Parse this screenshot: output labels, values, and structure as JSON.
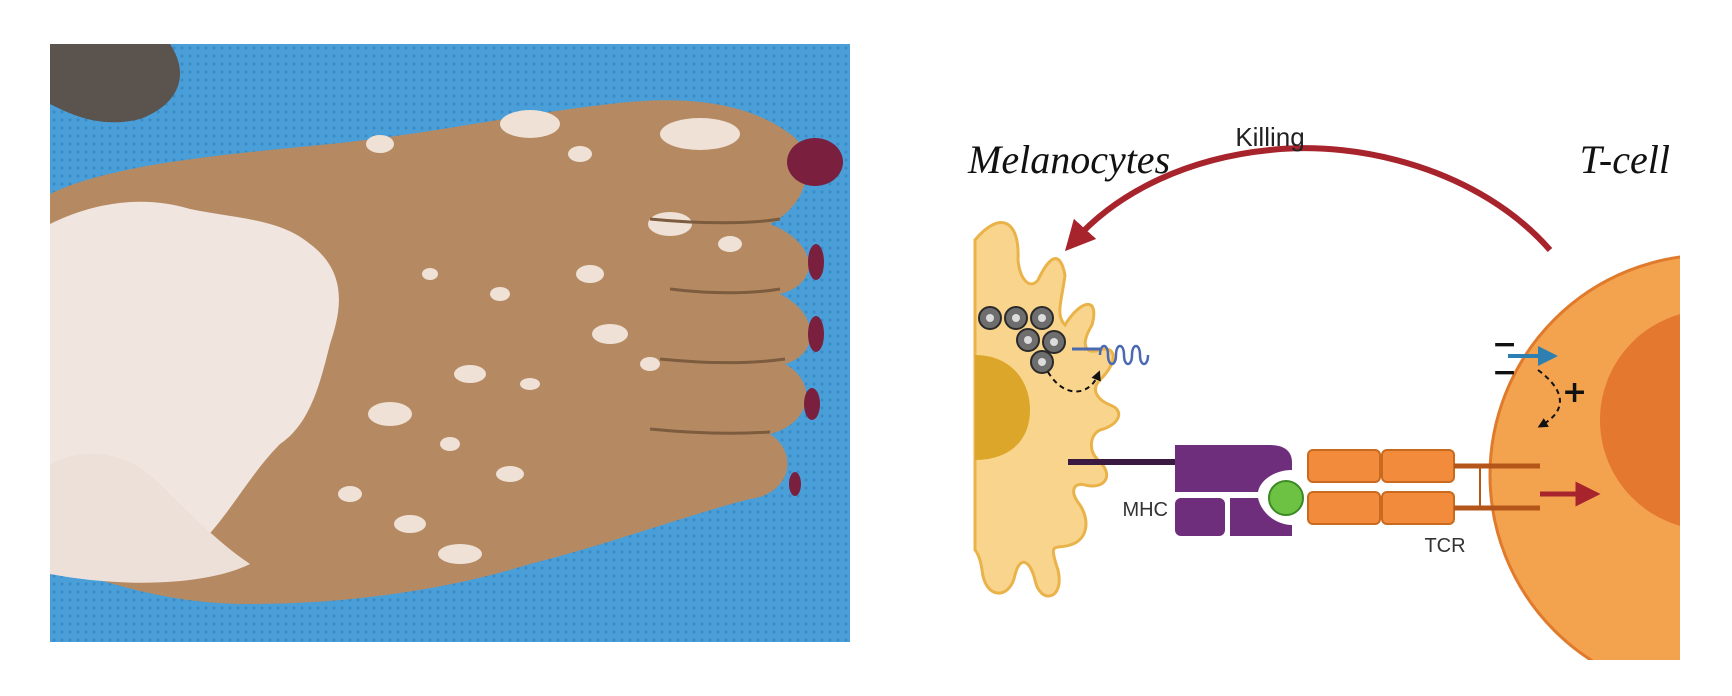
{
  "photo": {
    "icon": "vitiligo-foot-photo",
    "colors": {
      "background": "#4a9fd8",
      "skin": "#b58a63",
      "depigmented": "#f1e6df",
      "nail": "#7a1f3e"
    }
  },
  "diagram": {
    "title_left": "Melanocytes",
    "title_right": "T-cell",
    "arrow_label": "Killing",
    "mhc_label": "MHC",
    "tcr_label": "TCR",
    "minus_sign": "−",
    "plus_sign": "+",
    "colors": {
      "melanocyte": "#f9d48d",
      "melanocyte_outline": "#e9b34a",
      "nucleus": "#dba629",
      "tcell_outer": "#f3a24e",
      "tcell_inner": "#e4782f",
      "mhc": "#6e2e7c",
      "peptide": "#6dc243",
      "tcr": "#f28c3c",
      "killing_arrow": "#a8242c",
      "blue_arrow": "#2e7fb2",
      "receptor_coil": "#4a69b0"
    }
  }
}
